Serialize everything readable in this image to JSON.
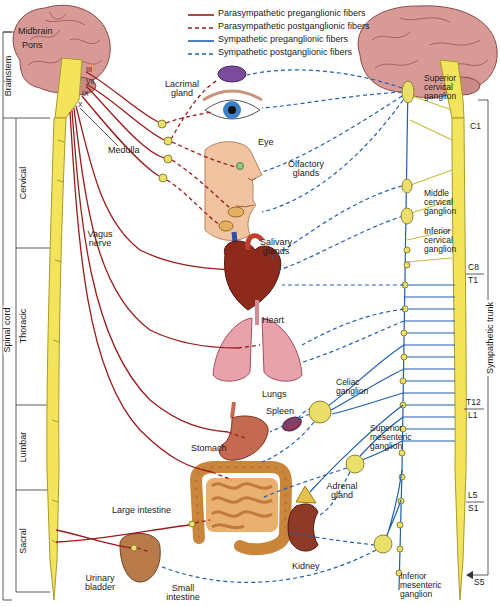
{
  "diagram": {
    "labels": [
      "Midbrain",
      "Pons",
      "Brainstem",
      "III",
      "VII",
      "IX",
      "X",
      "Medulla",
      "Cervical",
      "Thoracic",
      "Lumbar",
      "Sacral",
      "Spinal cord",
      "Vagus nerve",
      "Lacrimal gland",
      "Eye",
      "Olfactory glands",
      "Salivary glands",
      "Heart",
      "Lungs",
      "Spleen",
      "Stomach",
      "Large intestine",
      "Small intestine",
      "Urinary bladder",
      "Adrenal gland",
      "Kidney",
      "Superior cervical ganglion",
      "Middle cervical ganglion",
      "Inferior cervical ganglion",
      "Celiac ganglion",
      "Superior mesenteric ganglion",
      "Inferior mesenteric ganglion",
      "C1",
      "C8",
      "T1",
      "T12",
      "L1",
      "L5",
      "S1",
      "S5",
      "Sympathetic trunk"
    ],
    "legend": [
      {
        "text": "Parasympathetic preganglionic fibers"
      },
      {
        "text": "Parasympathetic postganglionic fibers"
      },
      {
        "text": "Sympathetic preganglionic fibers"
      },
      {
        "text": "Sympathetic postganglionic fibers"
      }
    ]
  }
}
